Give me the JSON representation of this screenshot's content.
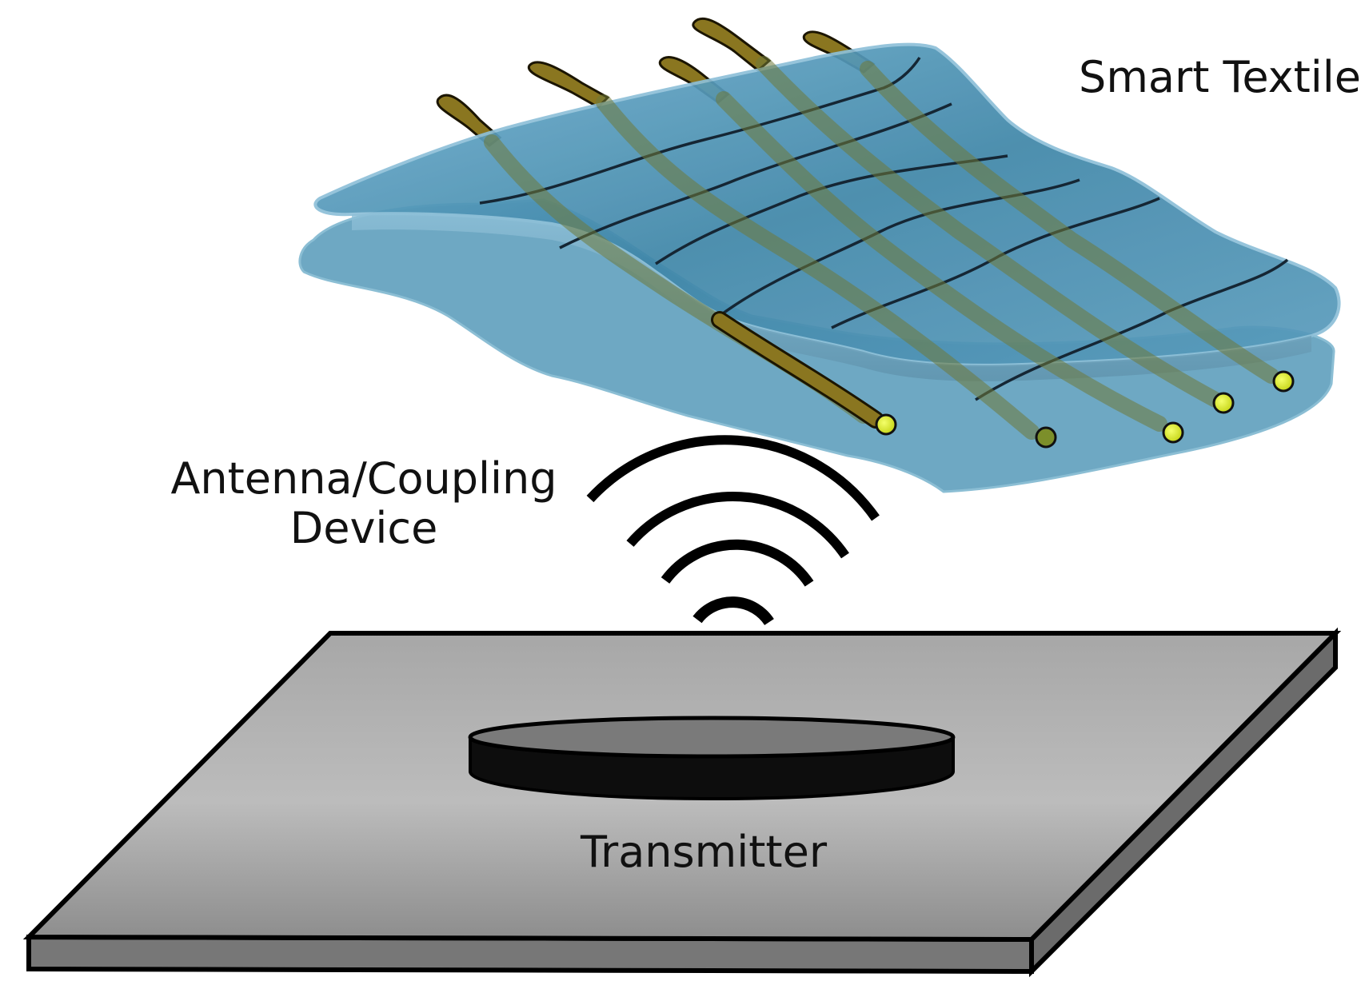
{
  "labels": {
    "smart_textile": "Smart Textile",
    "antenna_line1": "Antenna/Coupling",
    "antenna_line2": "Device",
    "transmitter": "Transmitter"
  },
  "colors": {
    "textile_fill": "#4a8fb0",
    "textile_edge": "#7fb3cc",
    "thread_dark": "#1a2b3a",
    "fiber": "#8a7620",
    "fiber_tip": "#e3f22a",
    "signal_arc": "#000000",
    "plate_top": "#b0b0b0",
    "plate_side": "#6e6e6e",
    "coil_top": "#7a7a7a",
    "coil_side": "#111111"
  },
  "icons": {
    "signal": "wireless-signal-arcs-icon",
    "coil": "transmitter-coil-icon"
  }
}
